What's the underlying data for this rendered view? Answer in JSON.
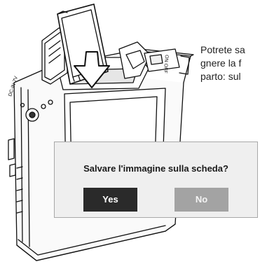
{
  "side_text": {
    "line1": "Potrete sa",
    "line2": "gnere la f",
    "line3": "parto: sul"
  },
  "dialog": {
    "message": "Salvare l'immagine sulla scheda?",
    "yes_label": "Yes",
    "no_label": "No"
  },
  "device": {
    "side_label": "DC-IN 7V",
    "top_label": "ON OFF"
  }
}
